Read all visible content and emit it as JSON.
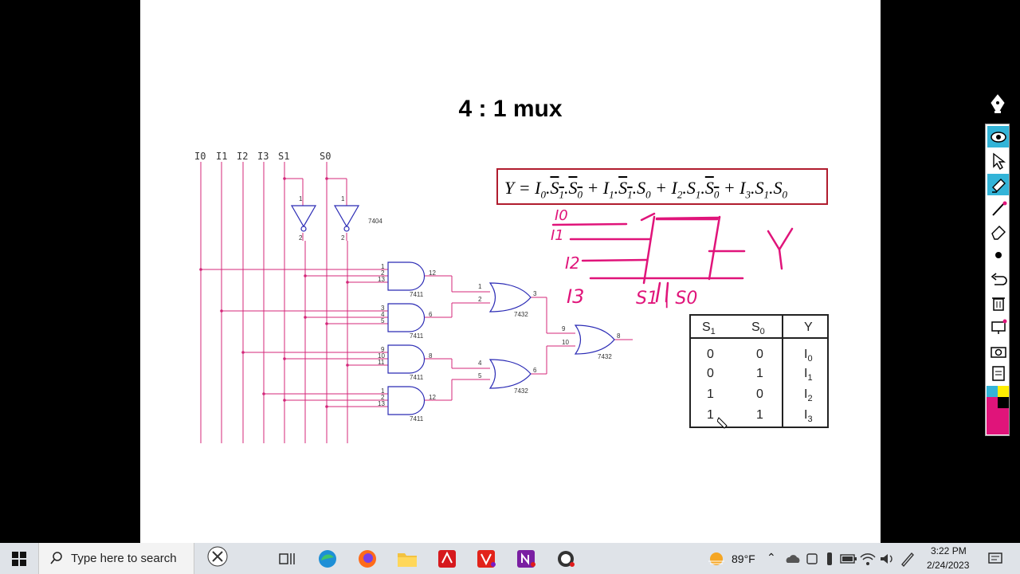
{
  "slide": {
    "title": "4 : 1 mux",
    "signals": [
      "I0",
      "I1",
      "I2",
      "I3",
      "S1",
      "S0"
    ],
    "inverter_chip": "7404",
    "and_chip": "7411",
    "or_chip": "7432",
    "pins": {
      "inv1_in": "1",
      "inv1_out": "2",
      "inv2_in": "1",
      "inv2_out": "2",
      "and1": [
        "1",
        "2",
        "13",
        "12"
      ],
      "and2": [
        "3",
        "4",
        "5",
        "6"
      ],
      "and3": [
        "9",
        "10",
        "11",
        "8"
      ],
      "and4": [
        "1",
        "2",
        "13",
        "12"
      ],
      "or1": [
        "1",
        "2",
        "3"
      ],
      "or2": [
        "4",
        "5",
        "6"
      ],
      "or3": [
        "9",
        "10",
        "8"
      ]
    },
    "equation": {
      "lhs": "Y",
      "eq": "=",
      "terms": [
        {
          "I": "I",
          "i": "0",
          "s1": "S",
          "s1i": "1",
          "s1bar": true,
          "s0": "S",
          "s0i": "0",
          "s0bar": true
        },
        {
          "I": "I",
          "i": "1",
          "s1": "S",
          "s1i": "1",
          "s1bar": true,
          "s0": "S",
          "s0i": "0",
          "s0bar": false
        },
        {
          "I": "I",
          "i": "2",
          "s1": "S",
          "s1i": "1",
          "s1bar": false,
          "s0": "S",
          "s0i": "0",
          "s0bar": true
        },
        {
          "I": "I",
          "i": "3",
          "s1": "S",
          "s1i": "1",
          "s1bar": false,
          "s0": "S",
          "s0i": "0",
          "s0bar": false
        }
      ]
    },
    "handwriting": {
      "inputs": [
        "I0",
        "I1",
        "I2",
        "I3"
      ],
      "selects": "S1 | S0",
      "output": "Y"
    },
    "truth_table": {
      "headers": [
        {
          "base": "S",
          "sub": "1"
        },
        {
          "base": "S",
          "sub": "0"
        },
        {
          "base": "Y",
          "sub": ""
        }
      ],
      "rows": [
        {
          "s1": "0",
          "s0": "0",
          "y": "I",
          "ysub": "0"
        },
        {
          "s1": "0",
          "s0": "1",
          "y": "I",
          "ysub": "1"
        },
        {
          "s1": "1",
          "s0": "0",
          "y": "I",
          "ysub": "2"
        },
        {
          "s1": "1",
          "s0": "1",
          "y": "I",
          "ysub": "3"
        }
      ]
    }
  },
  "toolbar": {
    "tools": [
      "pen-nib-icon",
      "eye-icon",
      "pointer-icon",
      "highlighter-icon",
      "line-icon",
      "eraser-icon",
      "dot-icon",
      "undo-icon",
      "trash-icon",
      "screen-icon",
      "camera-icon",
      "clipboard-icon"
    ],
    "palette": [
      "#33b4d8",
      "#ffee00",
      "#000000",
      "#e0147a"
    ],
    "accent": "#e0147a"
  },
  "taskbar": {
    "search_placeholder": "Type here to search",
    "weather": "89°F",
    "time": "3:22 PM",
    "date": "2/24/2023",
    "apps": [
      "start-icon",
      "task-view-icon",
      "edge-icon",
      "firefox-icon",
      "file-explorer-icon",
      "acrobat-icon",
      "pdf-editor-icon",
      "onenote-icon",
      "obs-icon"
    ]
  },
  "colors": {
    "wire": "#d4277a",
    "gate": "#2b2bb5",
    "ink": "#e0147a",
    "eq_border": "#b01c2e"
  }
}
